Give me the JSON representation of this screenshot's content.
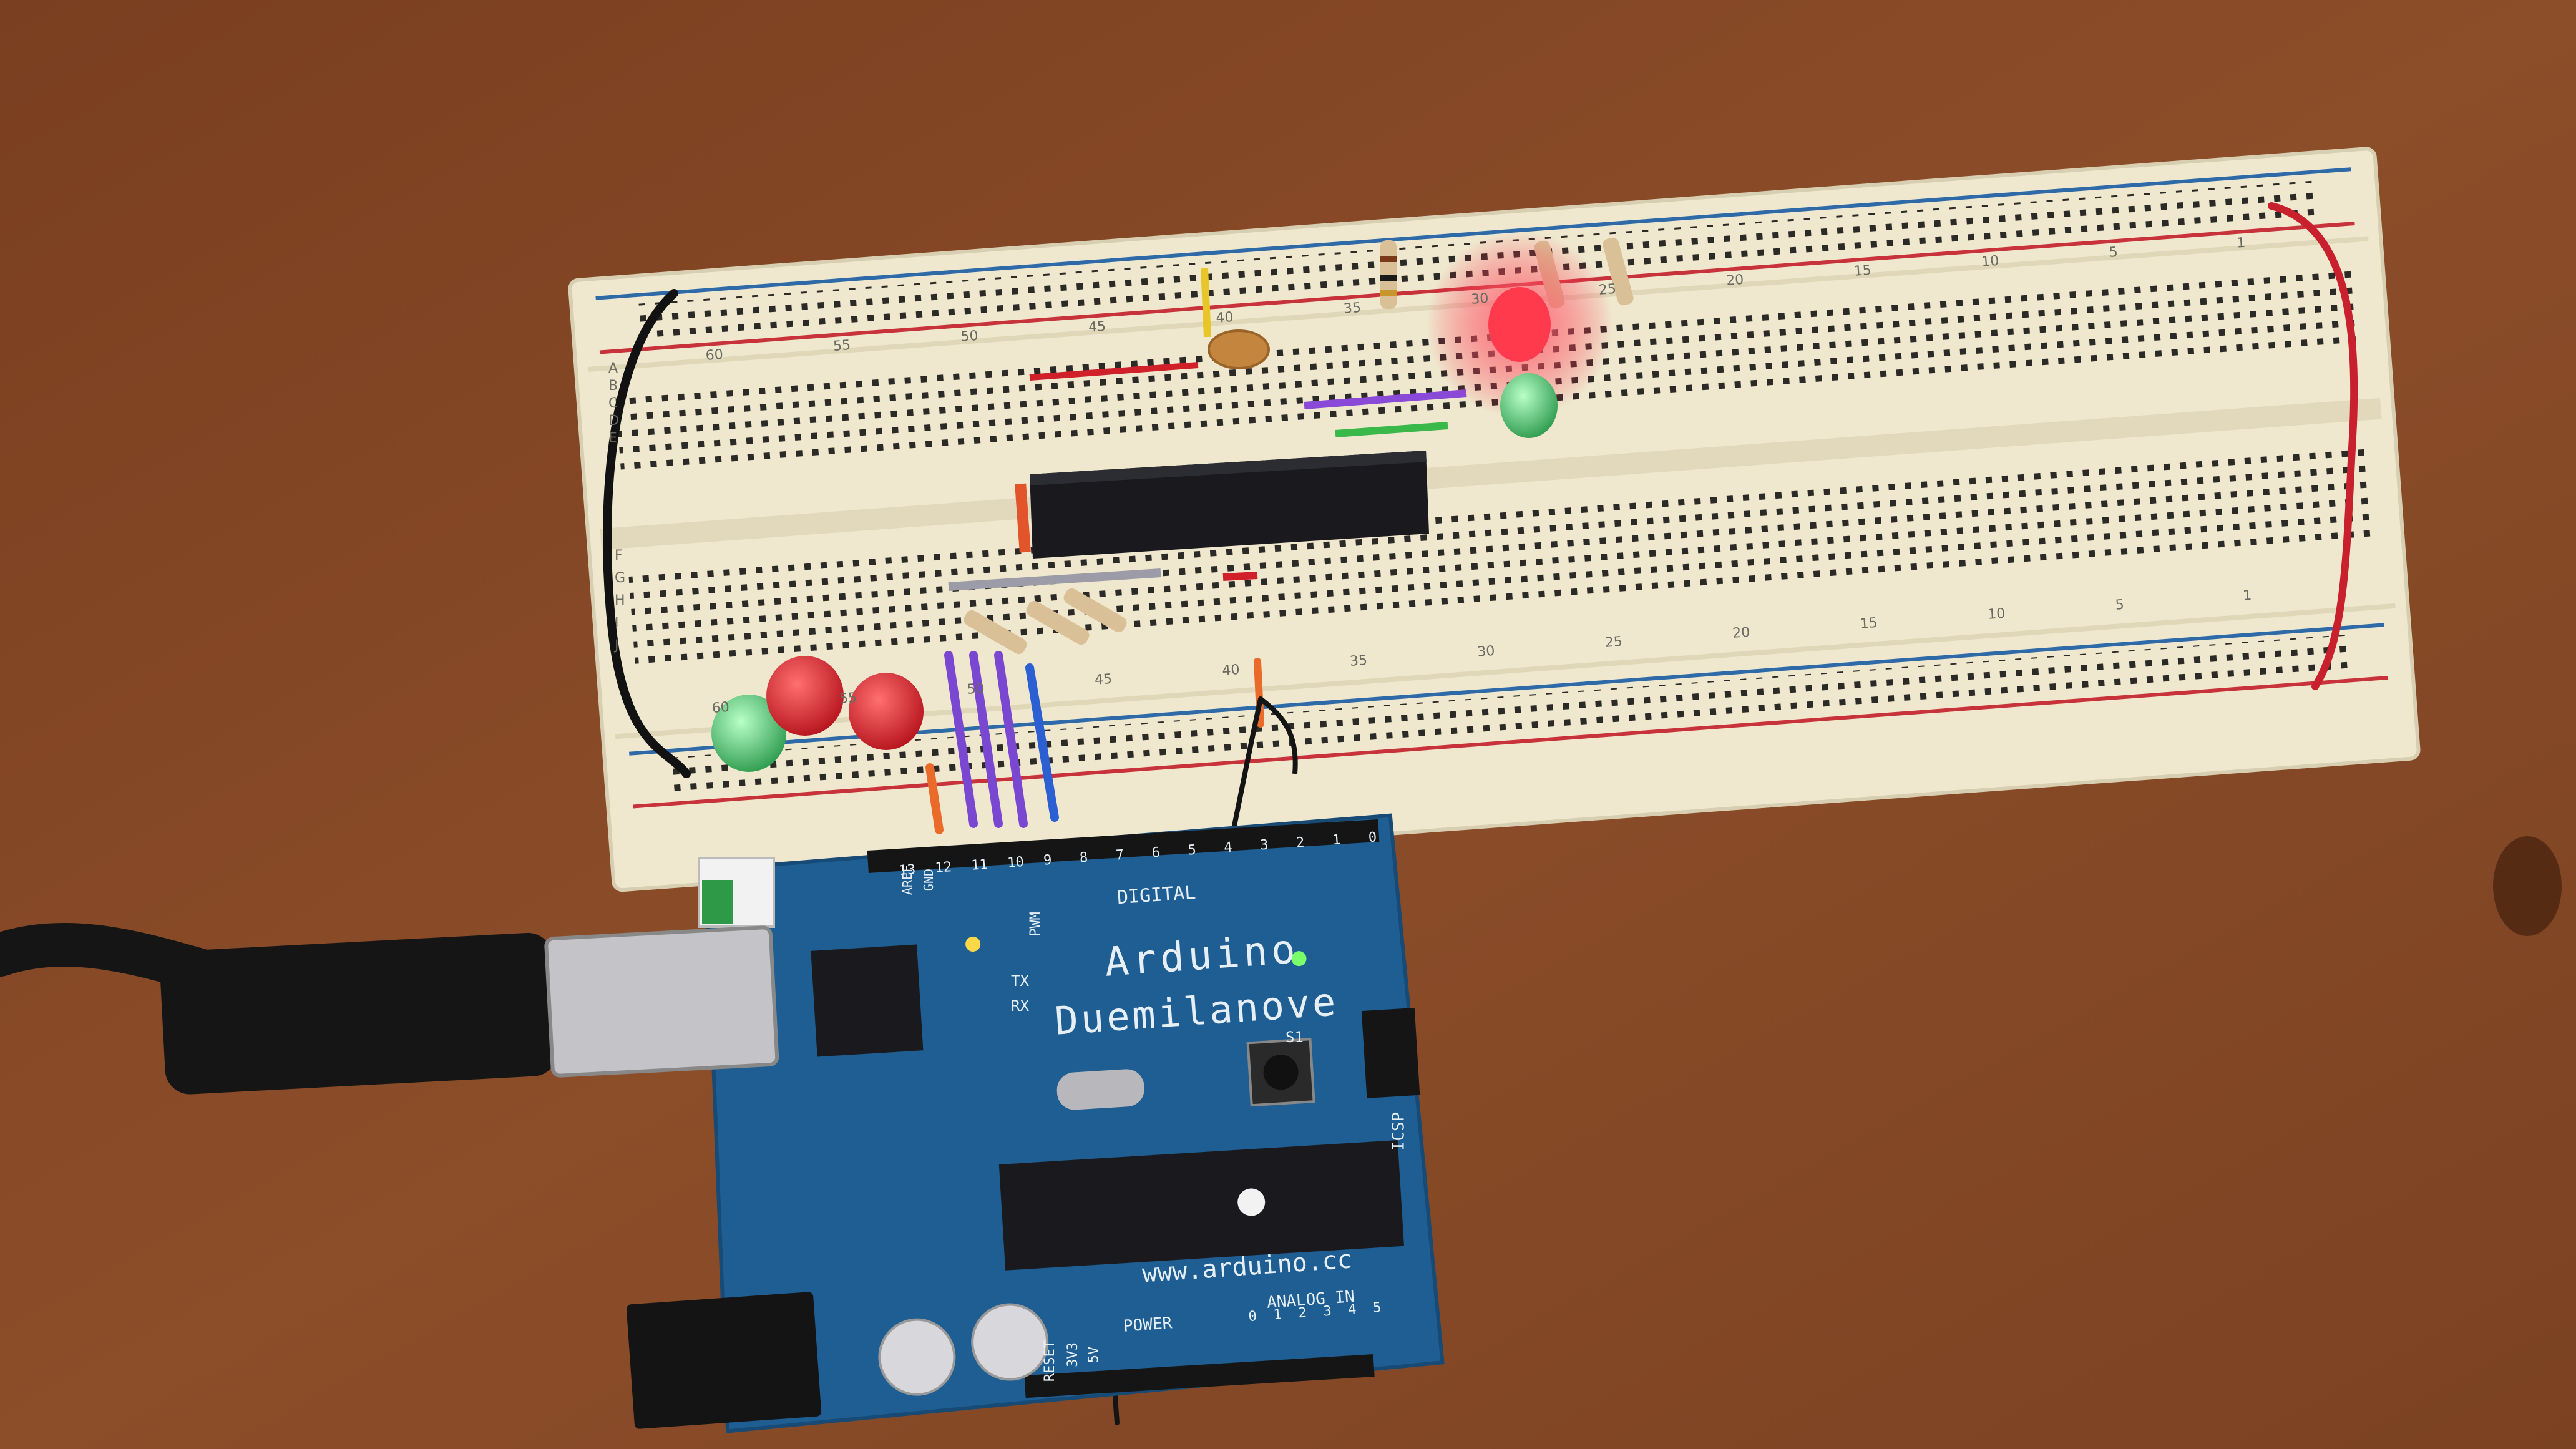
{
  "board": {
    "brand": "Arduino",
    "model": "Duemilanove",
    "website": "www.arduino.cc",
    "digital_label": "DIGITAL",
    "pwm_label": "PWM",
    "power_label": "POWER",
    "analog_label": "ANALOG IN",
    "icsp_label": "ICSP",
    "aref_label": "AREF",
    "gnd_label": "GND",
    "tx_label": "TX",
    "rx_label": "RX",
    "reset_label": "RESET",
    "v33_label": "3V3",
    "v5_label": "5V",
    "s1_label": "S1",
    "digital_pins": [
      "13",
      "12",
      "11",
      "10",
      "9",
      "8",
      "7",
      "6",
      "5",
      "4",
      "3",
      "2",
      "1",
      "0"
    ],
    "analog_pins": [
      "0",
      "1",
      "2",
      "3",
      "4",
      "5"
    ]
  },
  "breadboard": {
    "top_numbers": [
      "60",
      "55",
      "50",
      "45",
      "40",
      "35",
      "30",
      "25",
      "20",
      "15",
      "10",
      "5",
      "1"
    ],
    "bottom_numbers": [
      "60",
      "55",
      "50",
      "45",
      "40",
      "35",
      "30",
      "25",
      "20",
      "15",
      "10",
      "5",
      "1"
    ],
    "row_letters_top": [
      "A",
      "B",
      "C",
      "D",
      "E"
    ],
    "row_letters_bottom": [
      "F",
      "G",
      "H",
      "I",
      "J"
    ]
  },
  "colors": {
    "table": "#8a4a26",
    "breadboard": "#efe8cf",
    "rail_red": "#c8323a",
    "rail_blue": "#2f6aa8",
    "pcb_blue": "#1e5e92",
    "chip": "#1a1a1e",
    "led_red": "#e8222c",
    "led_green": "#46c46a"
  },
  "icons": {
    "usb_cable": "usb-b-cable",
    "reset_button": "tactile-switch",
    "dc_jack": "barrel-jack"
  }
}
